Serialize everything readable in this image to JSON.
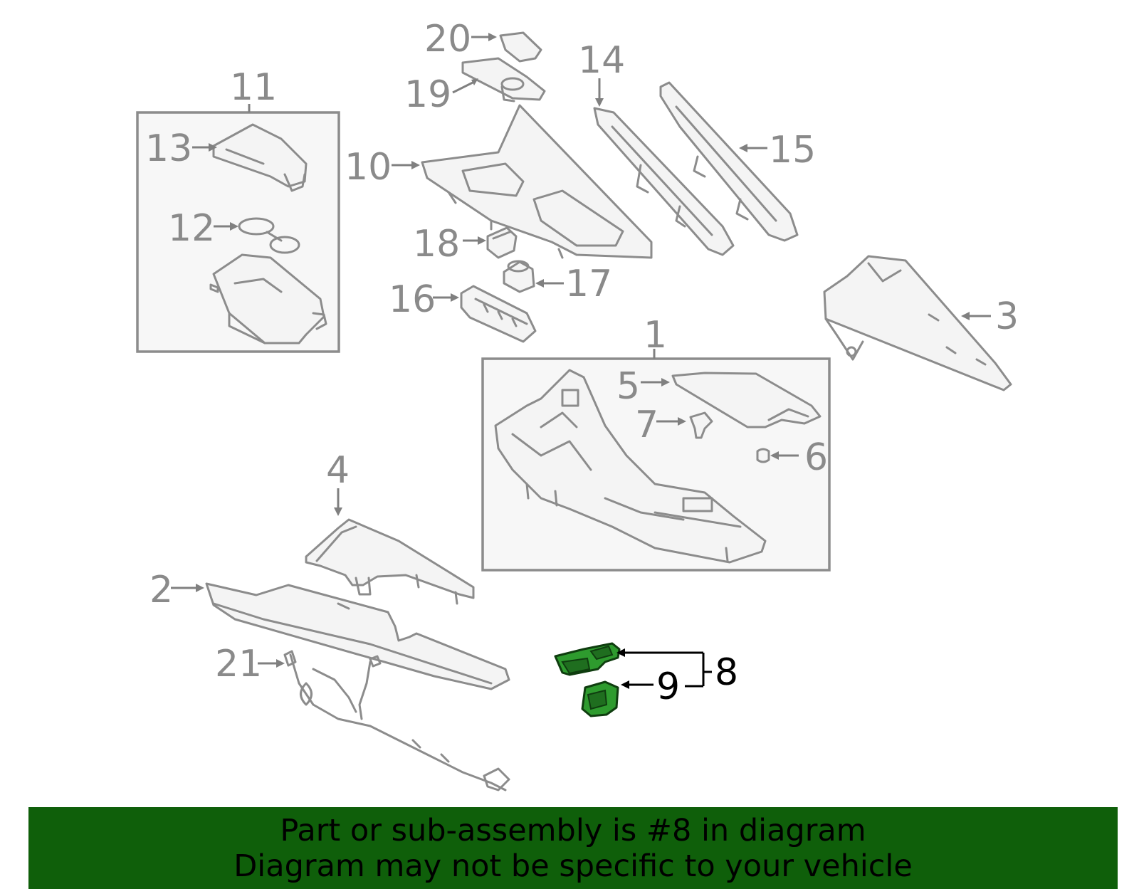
{
  "callouts": {
    "c1": "1",
    "c2": "2",
    "c3": "3",
    "c4": "4",
    "c5": "5",
    "c6": "6",
    "c7": "7",
    "c8": "8",
    "c9": "9",
    "c10": "10",
    "c11": "11",
    "c12": "12",
    "c13": "13",
    "c14": "14",
    "c15": "15",
    "c16": "16",
    "c17": "17",
    "c18": "18",
    "c19": "19",
    "c20": "20",
    "c21": "21"
  },
  "highlighted_parts": [
    "8",
    "9"
  ],
  "colors": {
    "highlight": "#2e9b2e",
    "banner": "#0f5f0a",
    "line": "#8c8c8c"
  },
  "banner": {
    "line1": "Part or sub-assembly is #8 in diagram",
    "line2": "Diagram may not be specific to your vehicle"
  }
}
